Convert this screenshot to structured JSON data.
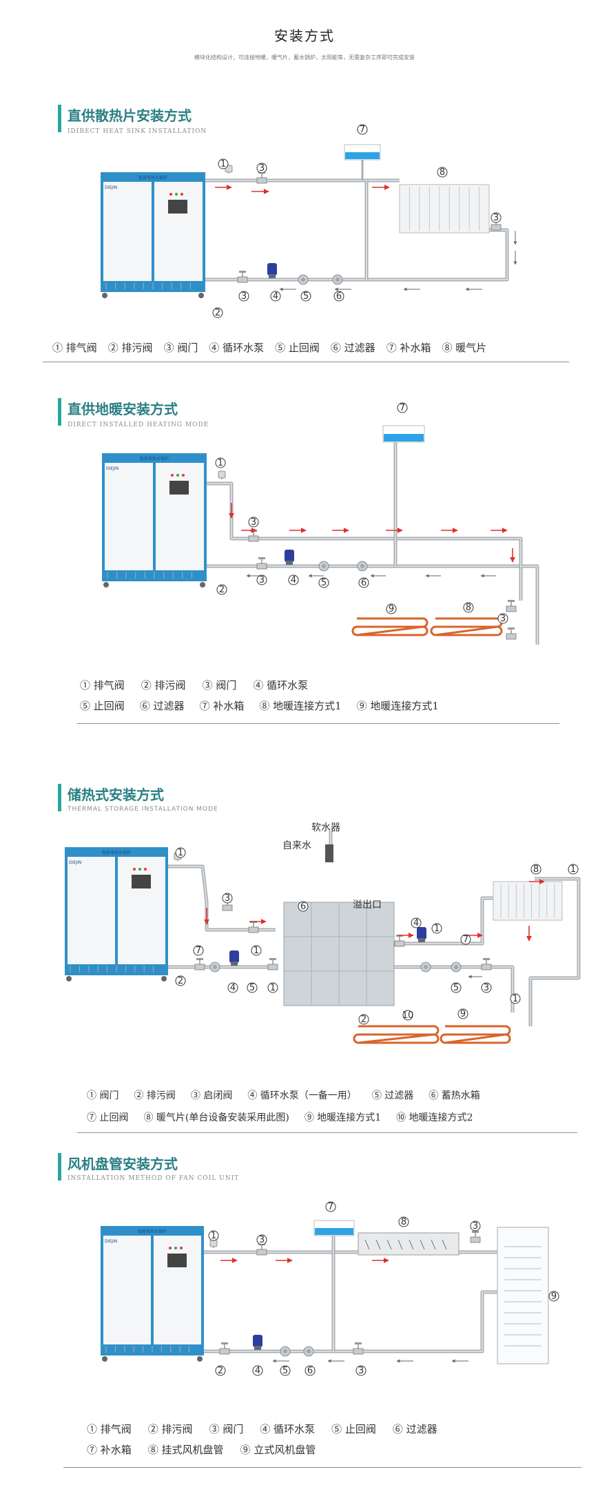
{
  "page": {
    "title": "安装方式",
    "subtitle": "模块化结构设计，可连接地暖，暖气片，蓄水锅炉，太阳能等，无需复杂工序即可完成安装"
  },
  "colors": {
    "teal": "#2a7f83",
    "tank_blue": "#2ba3e6",
    "arrow_red": "#e0302a",
    "pipe": "#a8adb2",
    "heat_coil": "#d9632a"
  },
  "boiler": {
    "brand": "DIEJIN",
    "label": "智能电热水锅炉"
  },
  "sections": [
    {
      "title": "直供散热片安装方式",
      "subtitle": "IDIRECT HEAT SINK INSTALLATION",
      "legend_rows": [
        [
          "① 排气阀",
          "② 排污阀",
          "③ 阀门",
          "④ 循环水泵",
          "⑤ 止回阀",
          "⑥ 过滤器",
          "⑦ 补水箱",
          "⑧ 暖气片"
        ]
      ]
    },
    {
      "title": "直供地暖安装方式",
      "subtitle": "DIRECT INSTALLED HEATING MODE",
      "legend_rows": [
        [
          "① 排气阀",
          "② 排污阀",
          "③ 阀门",
          "④ 循环水泵"
        ],
        [
          "⑤ 止回阀",
          "⑥ 过滤器",
          "⑦ 补水箱",
          "⑧ 地暖连接方式1",
          "⑨ 地暖连接方式1"
        ]
      ]
    },
    {
      "title": "储热式安装方式",
      "subtitle": "THERMAL STORAGE INSTALLATION MODE",
      "labels": {
        "softener": "软水器",
        "tap_water": "自来水",
        "overflow": "溢出口"
      },
      "legend_rows": [
        [
          "① 阀门",
          "② 排污阀",
          "③ 启闭阀",
          "④ 循环水泵（一备一用）",
          "⑤ 过滤器",
          "⑥ 蓄热水箱"
        ],
        [
          "⑦ 止回阀",
          "⑧ 暖气片(单台设备安装采用此图)",
          "⑨ 地暖连接方式1",
          "⑩ 地暖连接方式2"
        ]
      ]
    },
    {
      "title": "风机盘管安装方式",
      "subtitle": "INSTALLATION METHOD OF FAN COIL UNIT",
      "legend_rows": [
        [
          "① 排气阀",
          "② 排污阀",
          "③ 阀门",
          "④ 循环水泵",
          "⑤ 止回阀",
          "⑥ 过滤器"
        ],
        [
          "⑦ 补水箱",
          "⑧ 挂式风机盘管",
          "⑨ 立式风机盘管"
        ]
      ]
    }
  ]
}
